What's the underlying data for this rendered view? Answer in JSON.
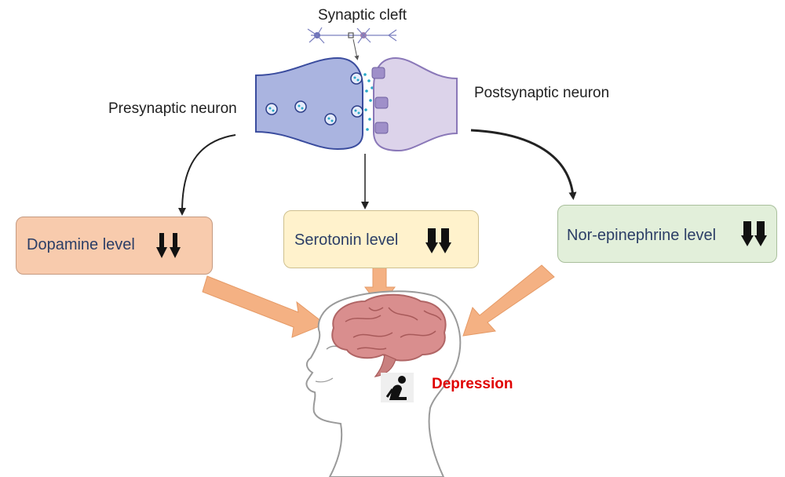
{
  "labels": {
    "synaptic_cleft": "Synaptic cleft",
    "presynaptic": "Presynaptic neuron",
    "postsynaptic": "Postsynaptic neuron",
    "depression": "Depression"
  },
  "boxes": [
    {
      "label": "Dopamine level",
      "fill": "#f8cbad",
      "border": "#c59a80"
    },
    {
      "label": "Serotonin level",
      "fill": "#fff2cc",
      "border": "#cfc08f"
    },
    {
      "label": "Nor-epinephrine level",
      "fill": "#e2efda",
      "border": "#a9bf9c"
    }
  ],
  "colors": {
    "presynaptic_fill": "#aab4e0",
    "postsynaptic_fill": "#dcd3ea",
    "big_arrow": "#f4b183",
    "depression_text": "#e00000"
  },
  "icons": [
    "neuron-icon",
    "vesicle-icon",
    "receptor-icon",
    "down-arrow-icon",
    "head-profile-icon",
    "brain-icon",
    "depressed-figure-icon"
  ]
}
